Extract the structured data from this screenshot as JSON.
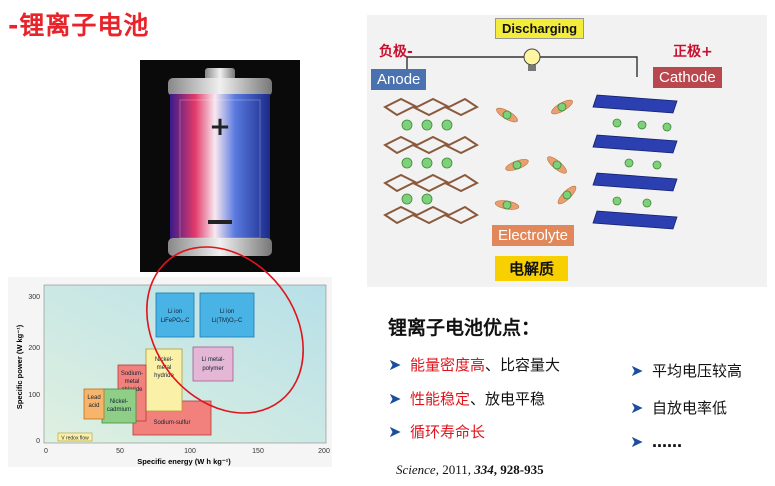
{
  "title": "-锂离子电池",
  "schematic": {
    "discharging": "Discharging",
    "anode_cn": "负极-",
    "anode": "Anode",
    "cathode_cn": "正极+",
    "cathode": "Cathode",
    "electrolyte": "Electrolyte",
    "electrolyte_cn": "电解质"
  },
  "ragone": {
    "xlabel": "Specific energy (W h kg⁻¹)",
    "ylabel": "Specific power (W kg⁻¹)",
    "xticks": [
      "0",
      "50",
      "100",
      "150",
      "200"
    ],
    "yticks": [
      "0",
      "100",
      "200",
      "300"
    ],
    "regions": [
      {
        "label1": "Li ion",
        "label2": "LiFePO₄-C"
      },
      {
        "label1": "Li ion",
        "label2": "Li(TM)O₂-C"
      },
      {
        "label1": "Li metal-",
        "label2": "polymer"
      },
      {
        "label1": "Nickel-",
        "label2": "metal",
        "label3": "hydride"
      },
      {
        "label1": "Sodium-",
        "label2": "metal",
        "label3": "chloride"
      },
      {
        "label1": "Nickel-",
        "label2": "cadmium"
      },
      {
        "label1": "Lead",
        "label2": "acid"
      },
      {
        "label1": "Sodium-sulfur"
      },
      {
        "label1": "V redox flow"
      }
    ]
  },
  "advantages": {
    "title": "锂离子电池优点：",
    "left": [
      {
        "red": "能量密度高",
        "rest": "、比容量大"
      },
      {
        "red": "性能稳定",
        "rest": "、放电平稳"
      },
      {
        "red": "循环寿命长",
        "rest": ""
      }
    ],
    "right": [
      "平均电压较高",
      "自放电率低",
      "……"
    ]
  },
  "citation": {
    "journal": "Science",
    "year": ", 2011, ",
    "volume": "334",
    "pages": ", 928-935"
  },
  "colors": {
    "title": "#e8242a",
    "anode": "#4a72b0",
    "cathode": "#b8474e",
    "electrolyte": "#e2875a",
    "arrow": "#1d4e9e"
  }
}
